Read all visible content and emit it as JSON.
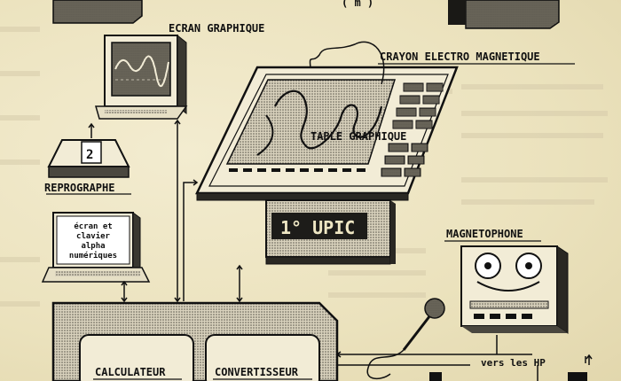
{
  "labels": {
    "ecran_graphique": "ECRAN GRAPHIQUE",
    "crayon": "CRAYON ELECTRO MAGNETIQUE",
    "table_graphique": "TABLE GRAPHIQUE",
    "reprographe": "REPROGRAPHE",
    "upic": "1° UPIC",
    "magnetophone": "MAGNETOPHONE",
    "calculateur": "CALCULATEUR",
    "convertisseur": "CONVERTISSEUR",
    "vers_hp": "vers les HP",
    "top_fragment": "( m )"
  },
  "terminal_screen": [
    "écran et",
    "clavier",
    "alpha",
    "numériques"
  ],
  "repro_glyph": "2",
  "colors": {
    "ink": "#111111",
    "paper": "#efe7c4",
    "shade": "#7a756a"
  }
}
